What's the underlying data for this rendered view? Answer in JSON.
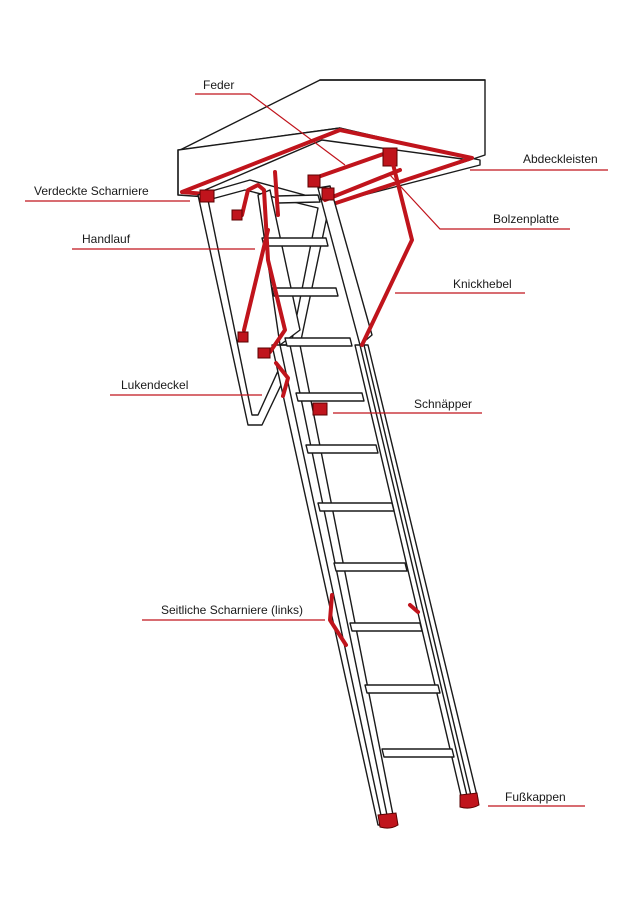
{
  "colors": {
    "accent": "#c0141c",
    "ink": "#1a1a1a",
    "background": "#ffffff"
  },
  "labels": {
    "feder": "Feder",
    "abdeckleisten": "Abdeckleisten",
    "verdeckte_scharniere": "Verdeckte Scharniere",
    "bolzenplatte": "Bolzenplatte",
    "handlauf": "Handlauf",
    "knickhebel": "Knickhebel",
    "lukendeckel": "Lukendeckel",
    "schnaepper": "Schnäpper",
    "seitliche_scharniere": "Seitliche Scharniere (links)",
    "fusskappen": "Fußkappen"
  }
}
